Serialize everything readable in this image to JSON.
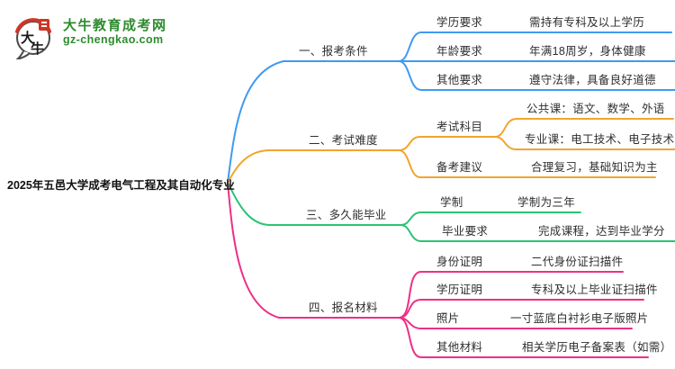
{
  "logo": {
    "title": "大牛教育成考网",
    "domain": "gz-chengkao.com",
    "bubble_chars": {
      "first": "大",
      "second": "牛"
    },
    "brand_green": "#2e8b2f",
    "seal_red": "#cf3526"
  },
  "root": {
    "title": "2025年五邑大学成考电气工程及其自动化专业"
  },
  "colors": {
    "branch1": "#3f9af2",
    "branch2": "#f2a42e",
    "branch3": "#2bc274",
    "branch4": "#ee2f86",
    "text": "#2f2f2f"
  },
  "branches": [
    {
      "label": "一、报考条件",
      "children": [
        {
          "label": "学历要求",
          "value": "需持有专科及以上学历"
        },
        {
          "label": "年龄要求",
          "value": "年满18周岁，身体健康"
        },
        {
          "label": "其他要求",
          "value": "遵守法律，具备良好道德"
        }
      ]
    },
    {
      "label": "二、考试难度",
      "children": [
        {
          "label": "考试科目",
          "children": [
            {
              "value": "公共课：语文、数学、外语"
            },
            {
              "value": "专业课：电工技术、电子技术"
            }
          ]
        },
        {
          "label": "备考建议",
          "value": "合理复习，基础知识为主"
        }
      ]
    },
    {
      "label": "三、多久能毕业",
      "children": [
        {
          "label": "学制",
          "value": "学制为三年"
        },
        {
          "label": "毕业要求",
          "value": "完成课程，达到毕业学分"
        }
      ]
    },
    {
      "label": "四、报名材料",
      "children": [
        {
          "label": "身份证明",
          "value": "二代身份证扫描件"
        },
        {
          "label": "学历证明",
          "value": "专科及以上毕业证扫描件"
        },
        {
          "label": "照片",
          "value": "一寸蓝底白衬衫电子版照片"
        },
        {
          "label": "其他材料",
          "value": "相关学历电子备案表（如需）"
        }
      ]
    }
  ]
}
